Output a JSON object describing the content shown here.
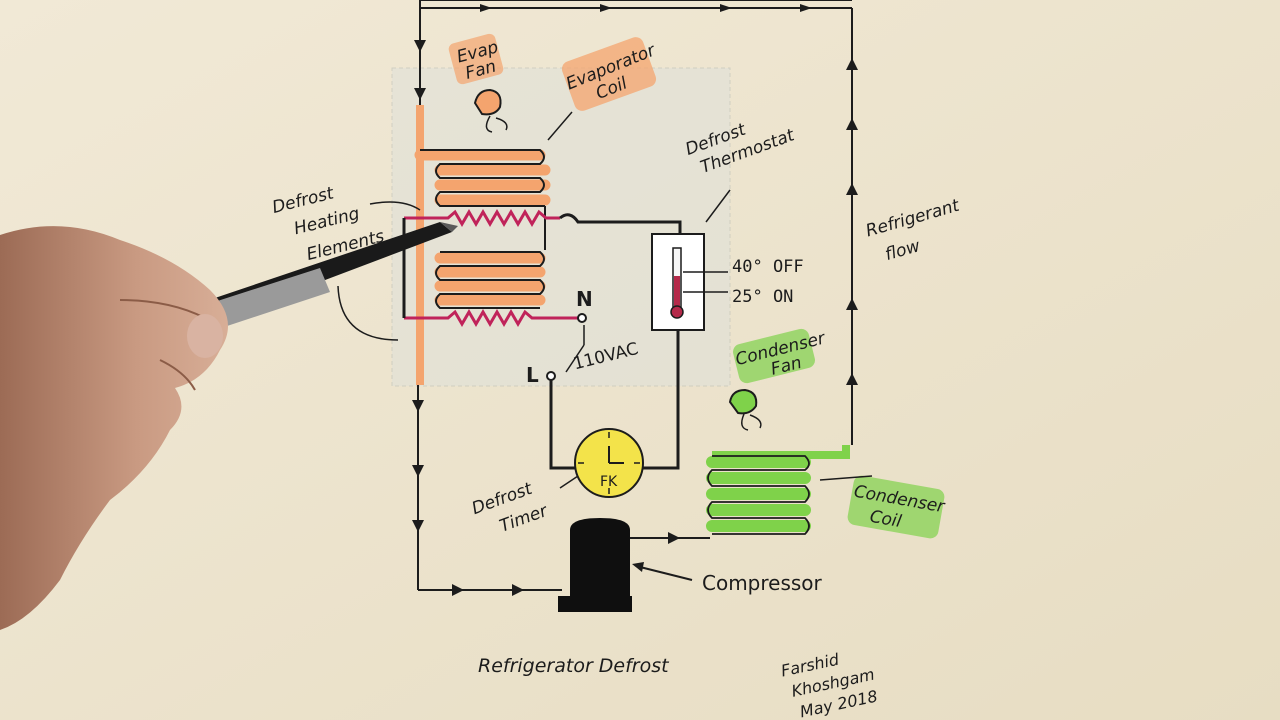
{
  "diagram": {
    "title": "Refrigerator Defrost",
    "author_lines": [
      "Farshid",
      "Khoshgam",
      "May 2018"
    ],
    "labels": {
      "evap_fan": [
        "Evap",
        "Fan"
      ],
      "evaporator_coil": [
        "Evaporator",
        "Coil"
      ],
      "defrost_heating_elements": [
        "Defrost",
        "Heating",
        "Elements"
      ],
      "defrost_thermostat": [
        "Defrost",
        "Thermostat"
      ],
      "refrigerant_flow": [
        "Refrigerant",
        "flow"
      ],
      "condenser_fan": [
        "Condenser",
        "Fan"
      ],
      "condenser_coil": [
        "Condenser",
        "Coil"
      ],
      "defrost_timer": [
        "Defrost",
        "Timer"
      ],
      "compressor": "Compressor",
      "neutral": "N",
      "line": "L",
      "voltage": "110VAC",
      "timer_marking": "FK"
    },
    "thermostat": {
      "off_setting": "40° OFF",
      "on_setting": "25° ON"
    },
    "colors": {
      "paper": "#eee5cf",
      "evaporator": "#f4a46e",
      "condenser": "#7fd24a",
      "heater": "#c0235a",
      "timer_face": "#f3e34a",
      "ink": "#1c1c1c",
      "thermo_fill": "#b52a4a"
    }
  }
}
